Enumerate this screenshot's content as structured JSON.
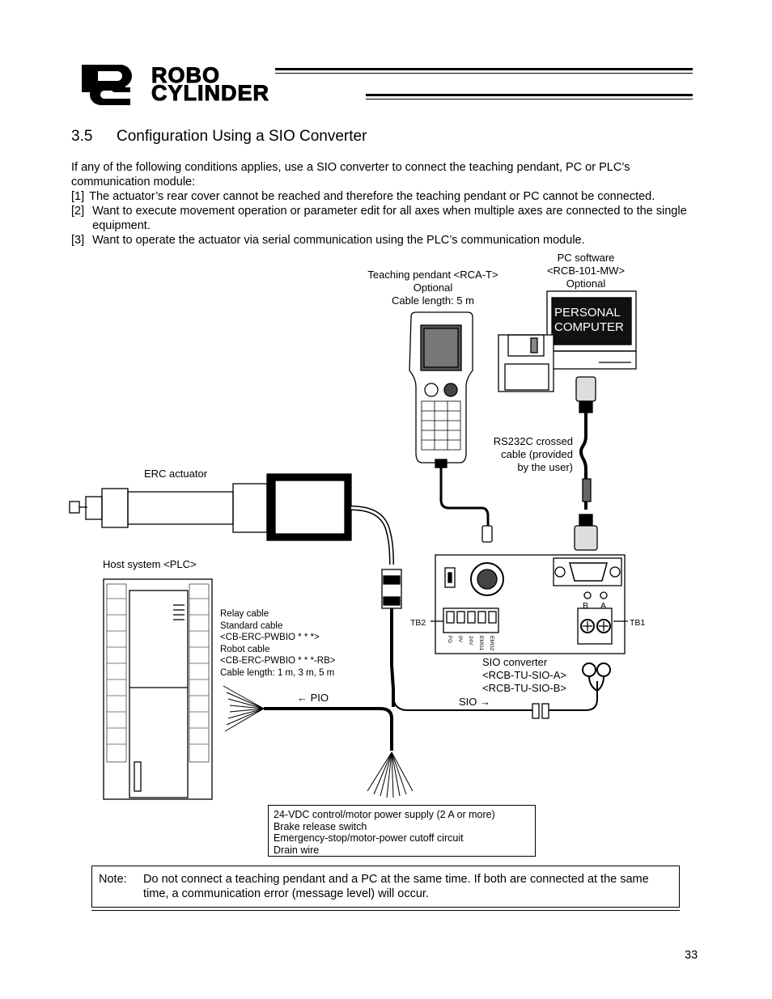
{
  "header": {
    "logo_letters": "RC",
    "logo_line1": "ROBO",
    "logo_line2": "CYLINDER"
  },
  "section": {
    "number": "3.5",
    "title": "Configuration Using a SIO Converter"
  },
  "intro": {
    "lead": "If any of the following conditions applies, use a SIO converter to connect the teaching pendant, PC or PLC’s communication module:",
    "items": [
      {
        "tag": "[1]",
        "text": "The actuator’s rear cover cannot be reached and therefore the teaching pendant or PC cannot be connected."
      },
      {
        "tag": "[2]",
        "text": "Want to execute movement operation or parameter edit for all axes when multiple axes are connected to the single equipment."
      },
      {
        "tag": "[3]",
        "text": "Want to operate the actuator via serial communication using the PLC’s communication module."
      }
    ]
  },
  "diagram": {
    "pendant_label": [
      "Teaching pendant <RCA-T>",
      "Optional",
      "Cable length: 5 m"
    ],
    "pc_software_label": [
      "PC software",
      "<RCB-101-MW>",
      "Optional"
    ],
    "pc_screen": [
      "PERSONAL",
      "COMPUTER"
    ],
    "rs232c_label": [
      "RS232C crossed",
      "cable (provided",
      "by the user)"
    ],
    "erc_label": "ERC actuator",
    "host_label": "Host system <PLC>",
    "relay_label": [
      "Relay cable",
      "Standard cable",
      "<CB-ERC-PWBIO * * *>",
      "Robot cable",
      "<CB-ERC-PWBIO * * *-RB>",
      "Cable length: 1 m, 3 m, 5 m"
    ],
    "pio_label": "← PIO",
    "sio_label": "SIO →",
    "sio_converter_label": [
      "SIO converter",
      "<RCB-TU-SIO-A>",
      "<RCB-TU-SIO-B>"
    ],
    "tb1_label": "TB1",
    "tb2_label": "TB2",
    "tb1_terminals": [
      "B",
      "A"
    ],
    "tb2_terminals": [
      "FG",
      "0V",
      "24V",
      "EMG1",
      "EMG2"
    ]
  },
  "power_box": {
    "lines": [
      "24-VDC control/motor power supply (2 A or more)",
      "Brake release switch",
      "Emergency-stop/motor-power cutoff circuit",
      "Drain wire"
    ]
  },
  "note": {
    "label": "Note:",
    "text": "Do not connect a teaching pendant and a PC at the same time. If both are connected at the same time, a communication error (message level) will occur."
  },
  "page_number": "33"
}
